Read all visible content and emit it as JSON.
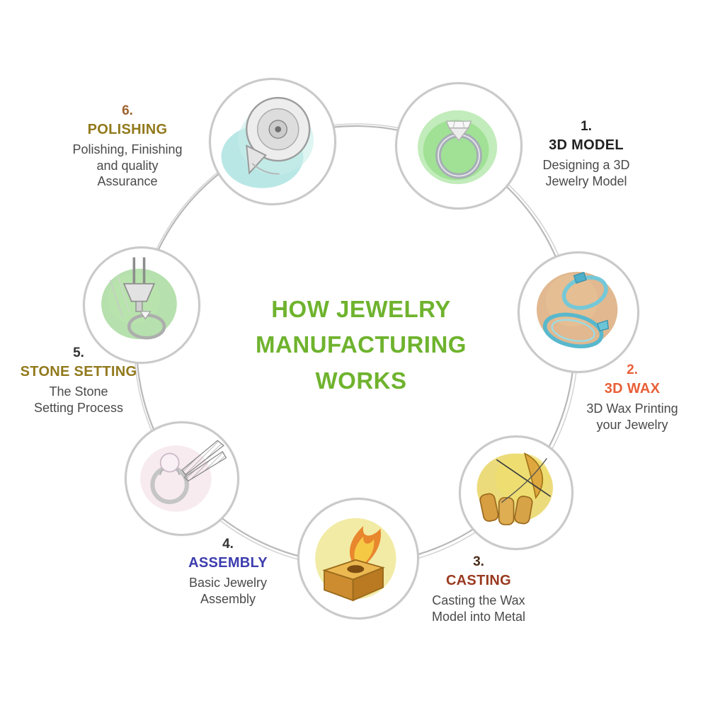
{
  "title": {
    "text": "HOW JEWELRY\nMANUFACTURING\nWORKS",
    "color": "#6fb32e"
  },
  "ring_color": "#bdbdbd",
  "steps": [
    {
      "number": "1.",
      "name": "3D MODEL",
      "desc": "Designing a 3D\nJewelry Model",
      "name_color": "#222222",
      "number_color": "#222222",
      "icon": "diamond-ring-icon"
    },
    {
      "number": "2.",
      "name": "3D WAX",
      "desc": "3D Wax Printing\nyour Jewelry",
      "name_color": "#e85f38",
      "number_color": "#e85f38",
      "icon": "wax-rings-icon"
    },
    {
      "number": "3.",
      "name": "CASTING",
      "desc": "Casting the Wax\nModel into Metal",
      "name_color": "#993a20",
      "number_color": "#4a2c1a",
      "icon": "cast-metal-icon"
    },
    {
      "number": "4.",
      "name": "ASSEMBLY",
      "desc": "Basic Jewelry\nAssembly",
      "name_color": "#3c3cae",
      "number_color": "#333333",
      "icon": "ring-tweezers-icon"
    },
    {
      "number": "5.",
      "name": "STONE SETTING",
      "desc": "The Stone\nSetting Process",
      "name_color": "#91791c",
      "number_color": "#333333",
      "icon": "stone-setting-icon"
    },
    {
      "number": "6.",
      "name": "POLISHING",
      "desc": "Polishing, Finishing\nand quality\nAssurance",
      "name_color": "#91791c",
      "number_color": "#a0622d",
      "icon": "polishing-machine-icon"
    }
  ]
}
